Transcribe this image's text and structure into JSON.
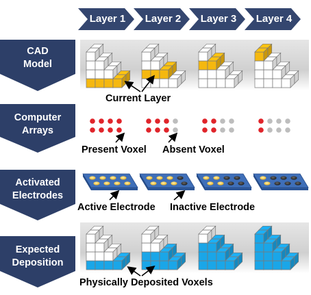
{
  "header": {
    "layers": [
      "Layer 1",
      "Layer 2",
      "Layer 3",
      "Layer 4"
    ]
  },
  "rows": [
    {
      "id": "cad",
      "lines": [
        "CAD",
        "Model"
      ]
    },
    {
      "id": "arrays",
      "lines": [
        "Computer",
        "Arrays"
      ]
    },
    {
      "id": "electrodes",
      "lines": [
        "Activated",
        "Electrodes"
      ]
    },
    {
      "id": "deposition",
      "lines": [
        "Expected",
        "Deposition"
      ]
    }
  ],
  "annotations": {
    "current_layer": "Current Layer",
    "present_voxel": "Present Voxel",
    "absent_voxel": "Absent Voxel",
    "active_electrode": "Active Electrode",
    "inactive_electrode": "Inactive Electrode",
    "deposited_voxels": "Physically Deposited Voxels"
  },
  "colors": {
    "navy": "#2d3f68",
    "chevron": "#34466f",
    "highlight_yellow": "#f5b80f",
    "deposit_blue": "#1aa6e8",
    "plate_blue": "#3f6fb8",
    "present_red": "#e0242a",
    "absent_gray": "#bdbdbd"
  },
  "arrays": [
    {
      "layer": 1,
      "present": [
        true,
        true,
        true,
        true,
        true,
        true,
        true,
        true
      ]
    },
    {
      "layer": 2,
      "present": [
        true,
        true,
        true,
        false,
        true,
        true,
        true,
        false
      ]
    },
    {
      "layer": 3,
      "present": [
        true,
        true,
        false,
        false,
        true,
        true,
        false,
        false
      ]
    },
    {
      "layer": 4,
      "present": [
        true,
        false,
        false,
        false,
        true,
        false,
        false,
        false
      ]
    }
  ],
  "electrodes": [
    {
      "layer": 1,
      "active": [
        true,
        true,
        true,
        true,
        true,
        true,
        true,
        true
      ]
    },
    {
      "layer": 2,
      "active": [
        true,
        true,
        true,
        false,
        true,
        true,
        true,
        false
      ]
    },
    {
      "layer": 3,
      "active": [
        true,
        true,
        false,
        false,
        true,
        true,
        false,
        false
      ]
    },
    {
      "layer": 4,
      "active": [
        true,
        false,
        false,
        false,
        true,
        false,
        false,
        false
      ]
    }
  ]
}
